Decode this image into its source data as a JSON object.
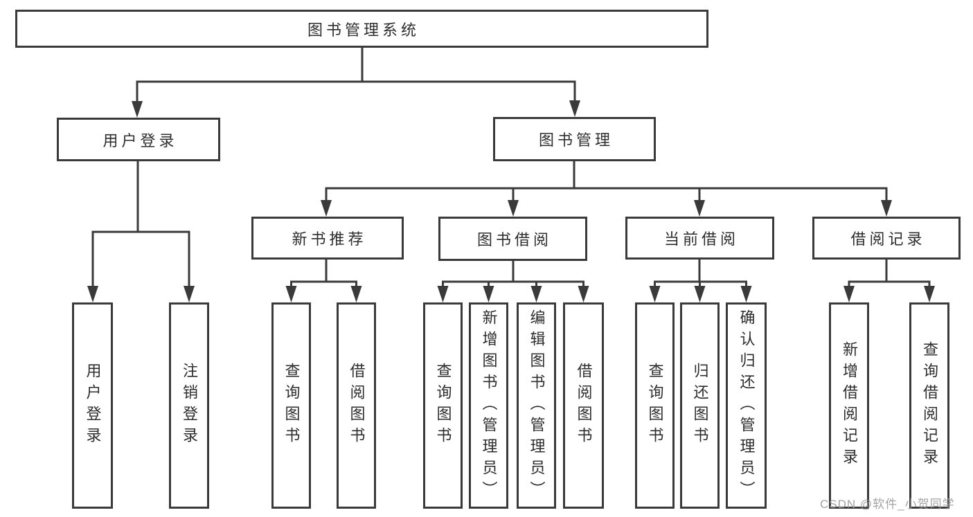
{
  "diagram": {
    "title": "图书管理系统",
    "type": "function-structure-tree"
  },
  "nodes": {
    "root": {
      "label": "图书管理系统"
    },
    "user_login": {
      "label": "用户登录"
    },
    "book_mgmt": {
      "label": "图书管理"
    },
    "new_books": {
      "label": "新书推荐"
    },
    "book_borrow": {
      "label": "图书借阅"
    },
    "current_borrow": {
      "label": "当前借阅"
    },
    "borrow_records": {
      "label": "借阅记录"
    },
    "leaf_user_login": {
      "label": "用户登录"
    },
    "leaf_logout": {
      "label": "注销登录"
    },
    "leaf_nb_query": {
      "label": "查询图书"
    },
    "leaf_nb_borrow": {
      "label": "借阅图书"
    },
    "leaf_bb_query": {
      "label": "查询图书"
    },
    "leaf_bb_add": {
      "label": "新增图书（管理员）"
    },
    "leaf_bb_edit": {
      "label": "编辑图书（管理员）"
    },
    "leaf_bb_borrow": {
      "label": "借阅图书"
    },
    "leaf_cb_query": {
      "label": "查询图书"
    },
    "leaf_cb_return": {
      "label": "归还图书"
    },
    "leaf_cb_confirm": {
      "label": "确认归还（管理员）"
    },
    "leaf_br_add": {
      "label": "新增借阅记录"
    },
    "leaf_br_query": {
      "label": "查询借阅记录"
    }
  },
  "hierarchy": {
    "图书管理系统": {
      "用户登录": [
        "用户登录",
        "注销登录"
      ],
      "图书管理": {
        "新书推荐": [
          "查询图书",
          "借阅图书"
        ],
        "图书借阅": [
          "查询图书",
          "新增图书（管理员）",
          "编辑图书（管理员）",
          "借阅图书"
        ],
        "当前借阅": [
          "查询图书",
          "归还图书",
          "确认归还（管理员）"
        ],
        "借阅记录": [
          "新增借阅记录",
          "查询借阅记录"
        ]
      }
    }
  },
  "watermark": {
    "text": "CSDN @软件_小贺同学"
  },
  "colors": {
    "line": "#3a3a3a",
    "box_border": "#3a3a3a",
    "text": "#2d2d2d",
    "background": "#ffffff",
    "watermark": "#969696"
  }
}
